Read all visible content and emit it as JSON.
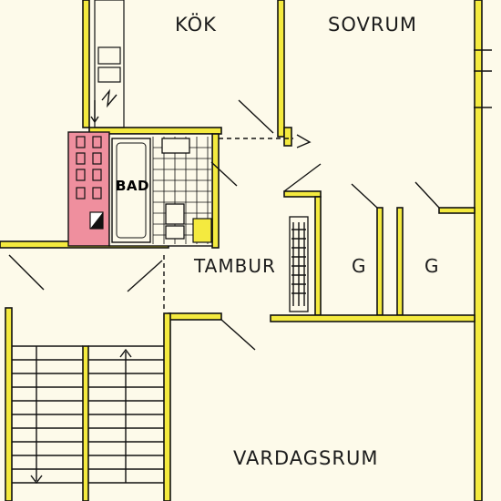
{
  "rooms": {
    "kok": "KÖK",
    "sovrum": "SOVRUM",
    "bad": "BAD",
    "tambur": "TAMBUR",
    "g1": "G",
    "g2": "G",
    "vardagsrum": "VARDAGSRUM"
  },
  "colors": {
    "paper": "#fdfaea",
    "wall_fill": "#f4ea3f",
    "shaft_fill": "#ef8f9e",
    "ink": "#111111"
  }
}
